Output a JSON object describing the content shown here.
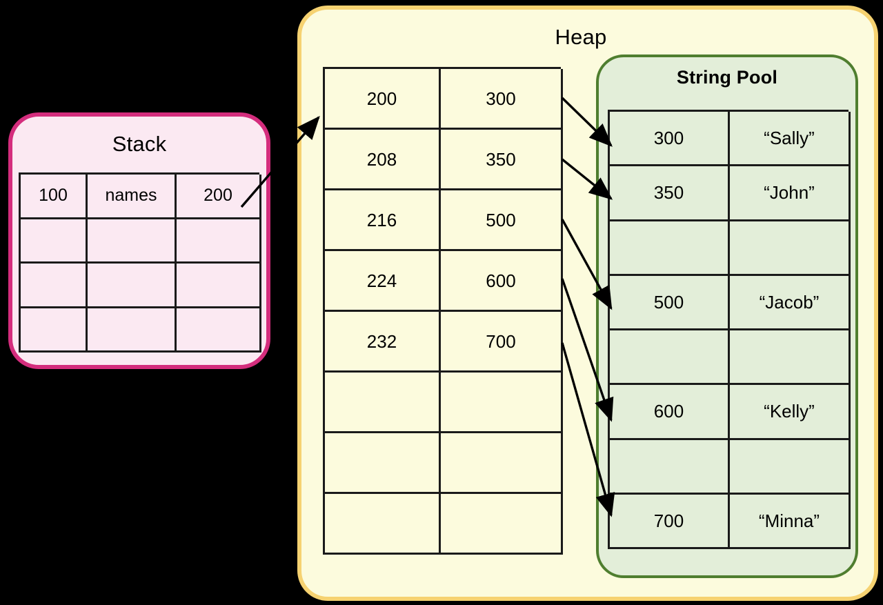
{
  "diagram": {
    "title_stack": "Stack",
    "title_heap": "Heap",
    "title_string_pool": "String Pool",
    "colors": {
      "stack_fill": "#fbe9f2",
      "stack_border": "#d42d7d",
      "heap_fill": "#fcfbdd",
      "heap_border": "#f6d271",
      "pool_fill": "#e3eed9",
      "pool_border": "#4f7e2f",
      "grid_line": "#1a1a1a",
      "arrow": "#000000",
      "page_background": "#000000"
    }
  },
  "stack_table": {
    "rows": [
      [
        "100",
        "names",
        "200"
      ],
      [
        "",
        "",
        ""
      ],
      [
        "",
        "",
        ""
      ],
      [
        "",
        "",
        ""
      ]
    ]
  },
  "heap_table": {
    "rows": [
      [
        "200",
        "300"
      ],
      [
        "208",
        "350"
      ],
      [
        "216",
        "500"
      ],
      [
        "224",
        "600"
      ],
      [
        "232",
        "700"
      ],
      [
        "",
        ""
      ],
      [
        "",
        ""
      ],
      [
        "",
        ""
      ]
    ]
  },
  "string_pool_table": {
    "rows": [
      [
        "300",
        "“Sally”"
      ],
      [
        "350",
        "“John”"
      ],
      [
        "",
        ""
      ],
      [
        "500",
        "“Jacob”"
      ],
      [
        "",
        ""
      ],
      [
        "600",
        "“Kelly”"
      ],
      [
        "",
        ""
      ],
      [
        "700",
        "“Minna”"
      ]
    ]
  },
  "arrows": [
    {
      "name": "stack-200-to-heap-base",
      "from": "stack.row0.col2",
      "to": "heap.row0"
    },
    {
      "name": "heap-300-to-pool-sally",
      "from": "heap.row0.value",
      "to": "pool.row0"
    },
    {
      "name": "heap-350-to-pool-john",
      "from": "heap.row1.value",
      "to": "pool.row1"
    },
    {
      "name": "heap-500-to-pool-jacob",
      "from": "heap.row2.value",
      "to": "pool.row3"
    },
    {
      "name": "heap-600-to-pool-kelly",
      "from": "heap.row3.value",
      "to": "pool.row5"
    },
    {
      "name": "heap-700-to-pool-minna",
      "from": "heap.row4.value",
      "to": "pool.row7"
    }
  ]
}
